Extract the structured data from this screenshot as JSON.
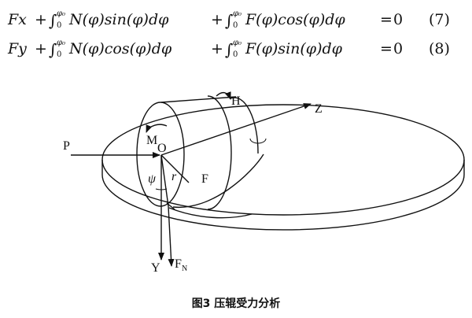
{
  "equations": [
    {
      "lhs": "Fx",
      "term1": "N(φ)sin(φ)dφ",
      "term2": "F(φ)cos(φ)dφ",
      "rhs": "0",
      "number": "(7)"
    },
    {
      "lhs": "Fy",
      "term1": "N(φ)cos(φ)dφ",
      "term2": "F(φ)sin(φ)dφ",
      "rhs": "0",
      "number": "(8)"
    }
  ],
  "integral": {
    "sign": "∫",
    "upper": "φ₀",
    "lower": "0"
  },
  "figure": {
    "labels": {
      "H": "H",
      "Z": "Z",
      "P": "P",
      "M": "M",
      "O": "O",
      "F": "F",
      "psi": "ψ",
      "r": "r",
      "Y": "Y",
      "FN": "F",
      "FN_sub": "N"
    },
    "caption": "图3  压辊受力分析"
  }
}
